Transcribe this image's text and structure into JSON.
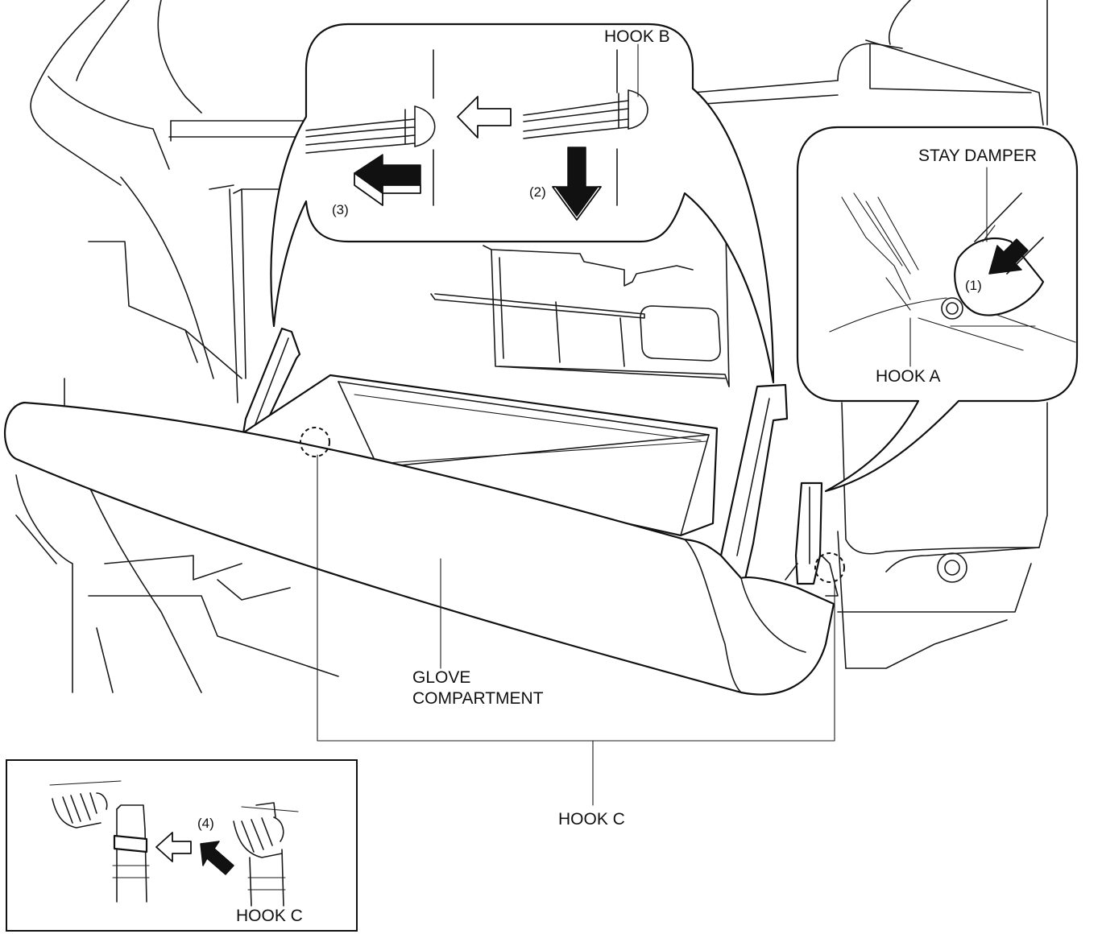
{
  "labels": {
    "hook_b": "HOOK B",
    "stay_damper": "STAY DAMPER",
    "hook_a": "HOOK A",
    "glove_compartment_line1": "GLOVE",
    "glove_compartment_line2": "COMPARTMENT",
    "hook_c": "HOOK C",
    "hook_c_detail": "HOOK C"
  },
  "steps": {
    "step1": "(1)",
    "step2": "(2)",
    "step3": "(3)",
    "step4": "(4)"
  }
}
